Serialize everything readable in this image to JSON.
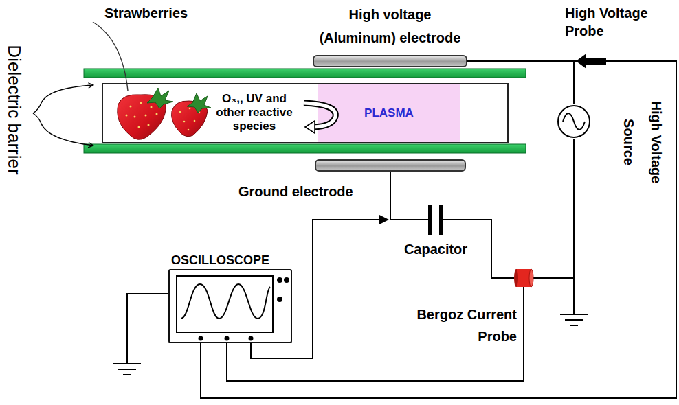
{
  "diagram": {
    "nodes": [
      {
        "text": [
          "High voltage (Aluminum) electrode"
        ]
      },
      {
        "text": [
          "O₃,, UV and other reactive species"
        ]
      },
      {
        "text": [
          "PLASMA"
        ],
        "in": 1
      },
      {
        "text": [
          "Ground electrode"
        ]
      },
      {
        "text": [
          "High Voltage Source"
        ]
      },
      {
        "text": [
          "OSCILLOSCOPE"
        ]
      },
      {
        "text": [
          "Capacitor"
        ]
      },
      {
        "text": [
          "Bergoz Current Probe"
        ]
      }
    ],
    "edges": [
      {
        "from": 0,
        "to": 4,
        "arrow": "none"
      },
      {
        "from": 3,
        "to": 6,
        "arrow": "none"
      },
      {
        "from": 6,
        "to": 7,
        "arrow": "none"
      },
      {
        "from": 5,
        "to": 7,
        "arrow": "none"
      }
    ],
    "labels": [
      "Strawberries",
      "High Voltage Probe",
      "Dielectric barrier"
    ]
  }
}
